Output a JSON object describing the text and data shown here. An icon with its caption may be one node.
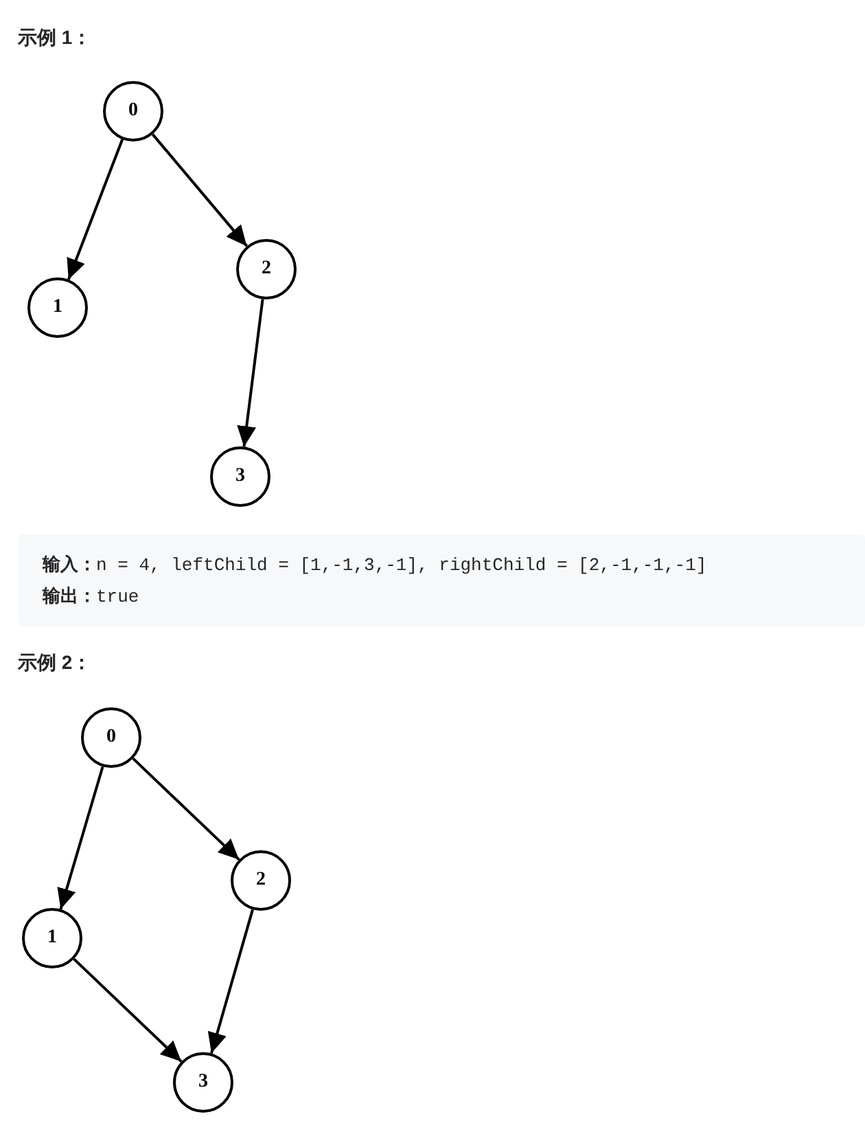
{
  "diagram": {
    "nodes": [
      {
        "text": [
          "0"
        ]
      },
      {
        "text": [
          "1"
        ]
      },
      {
        "text": [
          "2"
        ]
      },
      {
        "text": [
          "3"
        ]
      },
      {
        "text": [
          "0"
        ]
      },
      {
        "text": [
          "1"
        ]
      },
      {
        "text": [
          "2"
        ]
      },
      {
        "text": [
          "3"
        ]
      }
    ],
    "edges": [
      {
        "from": 0,
        "to": 1,
        "arrow": "to"
      },
      {
        "from": 0,
        "to": 2,
        "arrow": "to"
      },
      {
        "from": 2,
        "to": 3,
        "arrow": "to"
      },
      {
        "from": 4,
        "to": 5,
        "arrow": "to"
      },
      {
        "from": 4,
        "to": 6,
        "arrow": "to"
      },
      {
        "from": 5,
        "to": 7,
        "arrow": "to"
      },
      {
        "from": 6,
        "to": 7,
        "arrow": "to"
      }
    ],
    "labels": [
      "示例 1：",
      "**输入：**n = 4, leftChild = [1,-1,3,-1], rightChild = [2,-1,-1,-1]",
      "**输出：**true",
      "示例 2："
    ]
  }
}
